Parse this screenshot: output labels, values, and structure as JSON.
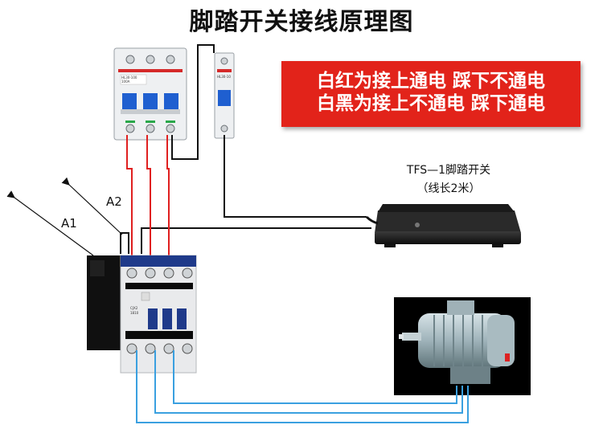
{
  "title": "脚踏开关接线原理图",
  "notes": {
    "line1": "白红为接上通电 踩下不通电",
    "line2": "白黑为接上不通电 踩下通电"
  },
  "pedal": {
    "label": "TFS—1脚踏开关",
    "cable": "（线长2米）"
  },
  "coil_labels": {
    "a1": "A1",
    "a2": "A2"
  },
  "colors": {
    "note_bg": "#e2231a",
    "wire_red": "#e02020",
    "wire_black": "#111111",
    "wire_blue": "#3aa0e0",
    "breaker_handle": "#1f5fd0"
  }
}
